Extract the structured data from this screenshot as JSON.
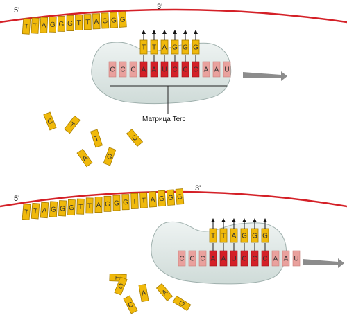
{
  "colors": {
    "strand": "#d42027",
    "dna_tile": "#f0b90b",
    "dna_border": "#a67c00",
    "template_dark": "#d42027",
    "template_light": "#e9a19d",
    "enzyme": "#dde6e4",
    "enzyme_border": "#9fb0ad",
    "arrow": "#8c8c8c"
  },
  "icons": {
    "telomerase": "telomerase-enzyme-icon",
    "direction": "direction-arrow-icon",
    "bond": "hydrogen-bond-arrow-icon"
  },
  "panels": [
    {
      "id": "top",
      "five_prime_label": "5'",
      "three_prime_label": "3'",
      "dna_bases": [
        "T",
        "T",
        "A",
        "G",
        "G",
        "G",
        "T",
        "T",
        "A",
        "G",
        "G",
        "G"
      ],
      "new_bases": [
        "T",
        "T",
        "A",
        "G",
        "G",
        "G"
      ],
      "template_bases": [
        "C",
        "C",
        "C",
        "A",
        "A",
        "U",
        "C",
        "C",
        "C",
        "A",
        "A",
        "U"
      ],
      "template_caption": "Матрица Terc",
      "free_nucleotides": [
        "C",
        "T",
        "A",
        "T",
        "G",
        "C"
      ]
    },
    {
      "id": "bottom",
      "five_prime_label": "5'",
      "three_prime_label": "3'",
      "dna_bases": [
        "T",
        "T",
        "A",
        "G",
        "G",
        "G",
        "T",
        "T",
        "A",
        "G",
        "G",
        "G",
        "T",
        "T",
        "A",
        "G",
        "G",
        "G"
      ],
      "new_bases": [
        "T",
        "T",
        "A",
        "G",
        "G",
        "G"
      ],
      "template_bases": [
        "C",
        "C",
        "C",
        "A",
        "A",
        "U",
        "C",
        "C",
        "C",
        "A",
        "A",
        "U"
      ],
      "template_caption": "",
      "free_nucleotides": [
        "T",
        "C",
        "C",
        "A",
        "A",
        "G"
      ]
    }
  ]
}
